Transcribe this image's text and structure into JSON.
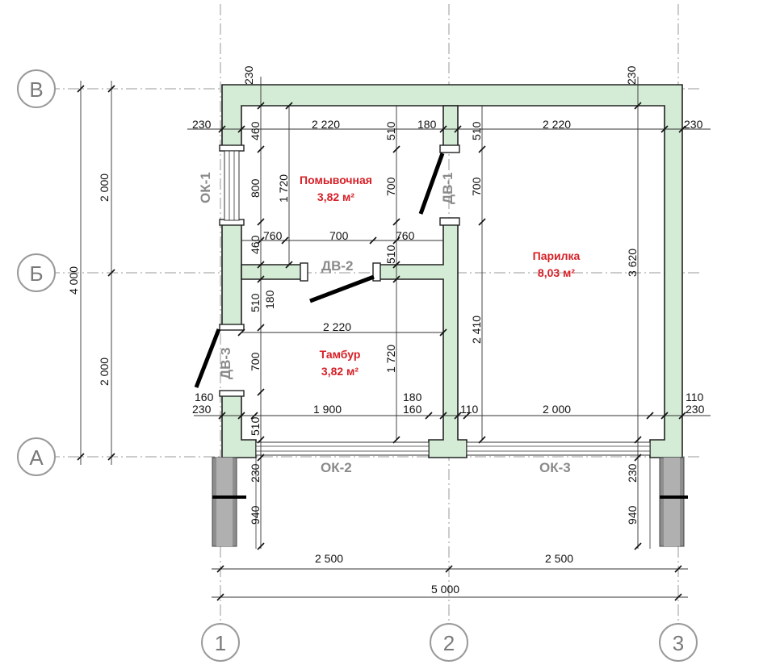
{
  "axes_rows": [
    "В",
    "Б",
    "А"
  ],
  "axes_cols": [
    "1",
    "2",
    "3"
  ],
  "rooms": {
    "washroom": {
      "name": "Помывочная",
      "area": "3,82 м²"
    },
    "steam": {
      "name": "Парилка",
      "area": "8,03 м²"
    },
    "vestibule": {
      "name": "Тамбур",
      "area": "3,82 м²"
    }
  },
  "tags": {
    "ok1": "ОК-1",
    "ok2": "ОК-2",
    "ok3": "ОК-3",
    "dv1": "ДВ-1",
    "dv2": "ДВ-2",
    "dv3": "ДВ-3"
  },
  "dims": {
    "top_230_left": "230",
    "top_230_right": "230",
    "row_b_left_230": "230",
    "row_b_right_230": "230",
    "wash_width": "2 220",
    "steam_width": "2 220",
    "part_180": "180",
    "d460_a": "460",
    "d510_a": "510",
    "d510_b": "510",
    "d800": "800",
    "d1720_a": "1 720",
    "d700_a": "700",
    "d700_b": "700",
    "d760_a": "760",
    "d700_c": "700",
    "d760_b": "760",
    "d460_b": "460",
    "d510_c": "510",
    "d510_d": "510",
    "d180_v": "180",
    "vest_width": "2 220",
    "d700_d": "700",
    "d1720_b": "1 720",
    "d2410": "2 410",
    "d3620": "3 620",
    "d160_a": "160",
    "d230_c": "230",
    "d1900": "1 900",
    "d180_b": "180",
    "d160_b": "160",
    "d110_a": "110",
    "d2000_b": "2 000",
    "d110_b": "110",
    "d230_d": "230",
    "d510_e": "510",
    "d230_e": "230",
    "d940_a": "940",
    "d230_f": "230",
    "d940_b": "940",
    "bay_left": "2 500",
    "bay_right": "2 500",
    "total_width": "5 000",
    "left_2000_top": "2 000",
    "left_2000_bot": "2 000",
    "left_4000": "4 000"
  }
}
